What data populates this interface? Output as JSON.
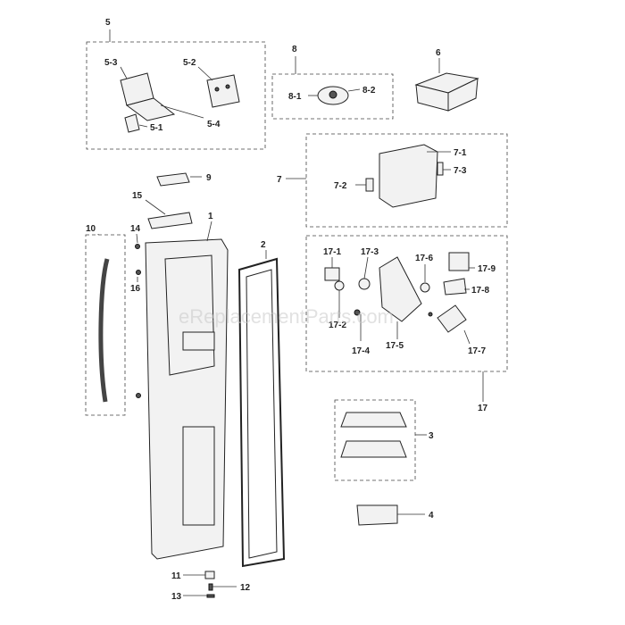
{
  "watermark": "eReplacementParts.com",
  "labels": {
    "p5": "5",
    "p5_1": "5-1",
    "p5_2": "5-2",
    "p5_3": "5-3",
    "p5_4": "5-4",
    "p8": "8",
    "p8_1": "8-1",
    "p8_2": "8-2",
    "p6": "6",
    "p7": "7",
    "p7_1": "7-1",
    "p7_2": "7-2",
    "p7_3": "7-3",
    "p9": "9",
    "p15": "15",
    "p1": "1",
    "p14": "14",
    "p16": "16",
    "p10": "10",
    "p2": "2",
    "p17": "17",
    "p17_1": "17-1",
    "p17_2": "17-2",
    "p17_3": "17-3",
    "p17_4": "17-4",
    "p17_5": "17-5",
    "p17_6": "17-6",
    "p17_7": "17-7",
    "p17_8": "17-8",
    "p17_9": "17-9",
    "p3": "3",
    "p4": "4",
    "p11": "11",
    "p12": "12",
    "p13": "13"
  }
}
